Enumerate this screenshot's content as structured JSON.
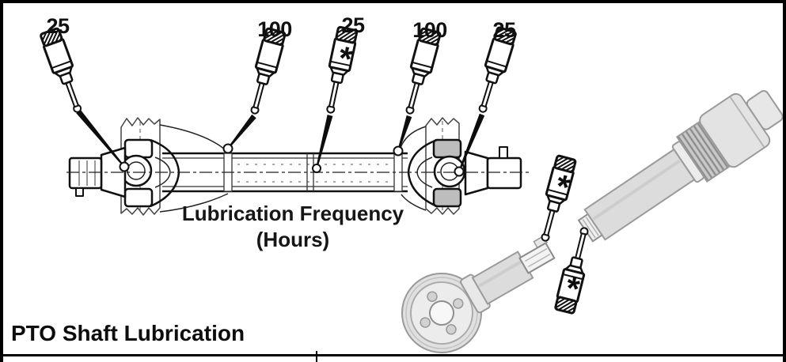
{
  "figure": {
    "title": "PTO Shaft Lubrication",
    "caption": {
      "line1": "Lubrication Frequency",
      "line2": "(Hours)"
    }
  },
  "lubrication_points": [
    {
      "interval_hours": "25",
      "marker": ""
    },
    {
      "interval_hours": "100",
      "marker": ""
    },
    {
      "interval_hours": "25",
      "marker": "*"
    },
    {
      "interval_hours": "100",
      "marker": ""
    },
    {
      "interval_hours": "25",
      "marker": ""
    }
  ],
  "inset": {
    "gun_markers": [
      "*",
      "*"
    ]
  },
  "colors": {
    "line_art": "#111111",
    "background": "#ffffff",
    "frame": "#000000",
    "halftone_stroke": "#9a9a9a",
    "halftone_fill": "#dedede"
  }
}
